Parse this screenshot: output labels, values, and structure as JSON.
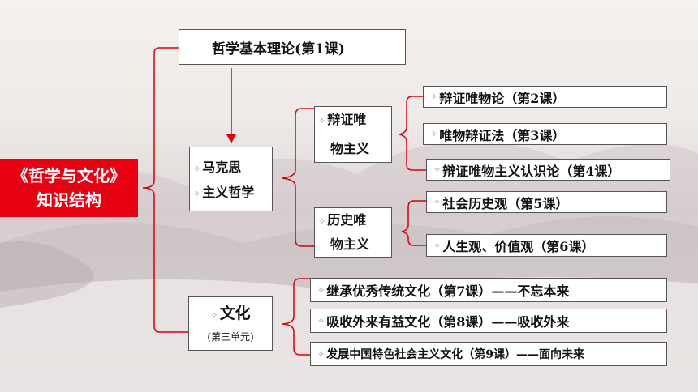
{
  "root": {
    "line1": "《哲学与文化》",
    "line2": "知识结构"
  },
  "nodes": {
    "basic_theory": "哲学基本理论(第1课)",
    "marxism": {
      "line1": "马克思",
      "line2": "主义哲学"
    },
    "culture": {
      "line1": "文化",
      "line2": "(第三单元)"
    },
    "dialectical": {
      "line1": "辩证唯",
      "line2": "物主义"
    },
    "historical": {
      "line1": "历史唯",
      "line2": "物主义"
    }
  },
  "leaves": {
    "lesson2": "辩证唯物论（第2课）",
    "lesson3": "唯物辩证法（第3课）",
    "lesson4": "辩证唯物主义认识论（第4课）",
    "lesson5": "社会历史观（第5课）",
    "lesson6": "人生观、价值观（第6课）",
    "lesson7": "继承优秀传统文化（第7课）——不忘本来",
    "lesson8": "吸收外来有益文化（第8课）——吸收外来",
    "lesson9": "发展中国特色社会主义文化（第9课）——面向未来"
  },
  "colors": {
    "bracket": "#d9000d",
    "root_bg": "#e60012",
    "box_border": "#555555",
    "bullet": "#7aa6c8"
  }
}
